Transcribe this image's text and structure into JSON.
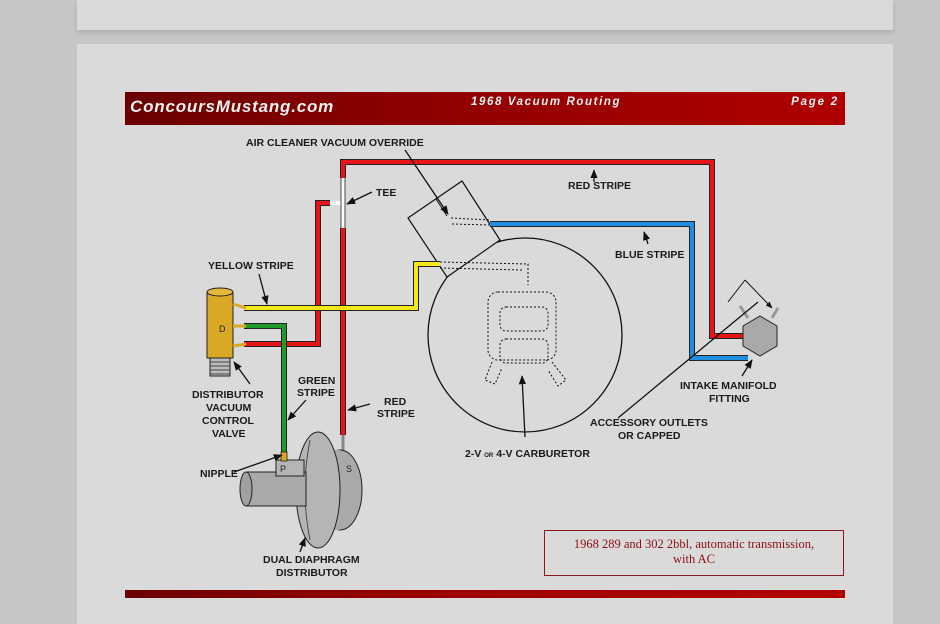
{
  "header": {
    "site": "ConcoursMustang.com",
    "title": "1968 Vacuum Routing",
    "page": "Page 2"
  },
  "diagram": {
    "labels": {
      "air_cleaner": "AIR CLEANER VACUUM OVERRIDE",
      "tee": "TEE",
      "red_stripe_top": "RED STRIPE",
      "blue_stripe": "BLUE STRIPE",
      "yellow_stripe": "YELLOW STRIPE",
      "dvcv": [
        "DISTRIBUTOR",
        "VACUUM",
        "CONTROL",
        "VALVE"
      ],
      "green_stripe": [
        "GREEN",
        "STRIPE"
      ],
      "red_stripe_lower": [
        "RED",
        "STRIPE"
      ],
      "nipple": "NIPPLE",
      "carburetor_pre": "2-V",
      "carburetor_or": "OR",
      "carburetor_post": "4-V CARBURETOR",
      "accessory": [
        "ACCESSORY OUTLETS",
        "OR CAPPED"
      ],
      "intake": [
        "INTAKE MANIFOLD",
        "FITTING"
      ],
      "distributor": [
        "DUAL DIAPHRAGM",
        "DISTRIBUTOR"
      ],
      "valve_port": "D",
      "dist_port_p": "P",
      "dist_port_s": "S"
    },
    "colors": {
      "red": "#e8141a",
      "blue": "#1e8fe0",
      "yellow": "#f2e81a",
      "green": "#1f9a2a",
      "valve": "#d9a824",
      "distributor": "#a9a9a9"
    }
  },
  "caption": {
    "line1": "1968 289 and 302 2bbl, automatic transmission,",
    "line2": "with AC"
  }
}
